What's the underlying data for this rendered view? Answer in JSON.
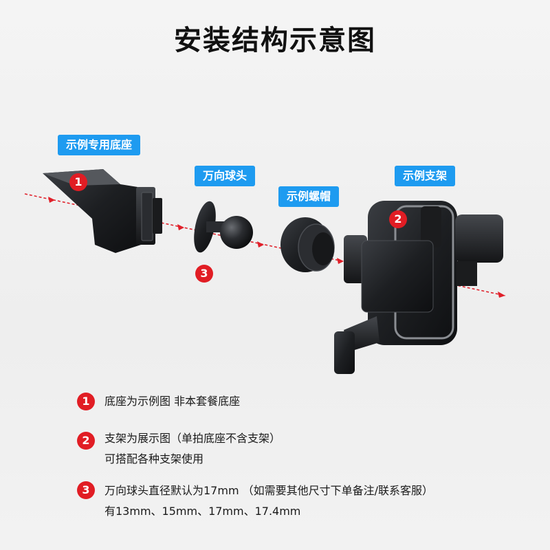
{
  "title": "安装结构示意图",
  "tags": {
    "base": "示例专用底座",
    "ball": "万向球头",
    "nut": "示例螺帽",
    "holder": "示例支架"
  },
  "badges": {
    "one": "1",
    "two": "2",
    "three": "3"
  },
  "colors": {
    "accent_blue": "#1e9bf0",
    "badge_red": "#e11d24",
    "axis_red": "#e0202a"
  },
  "notes": [
    {
      "num": "1",
      "lines": [
        "底座为示例图 非本套餐底座"
      ]
    },
    {
      "num": "2",
      "lines": [
        "支架为展示图（单拍底座不含支架）",
        "可搭配各种支架使用"
      ]
    },
    {
      "num": "3",
      "lines": [
        "万向球头直径默认为17mm （如需要其他尺寸下单备注/联系客服）",
        "有13mm、15mm、17mm、17.4mm"
      ]
    }
  ]
}
